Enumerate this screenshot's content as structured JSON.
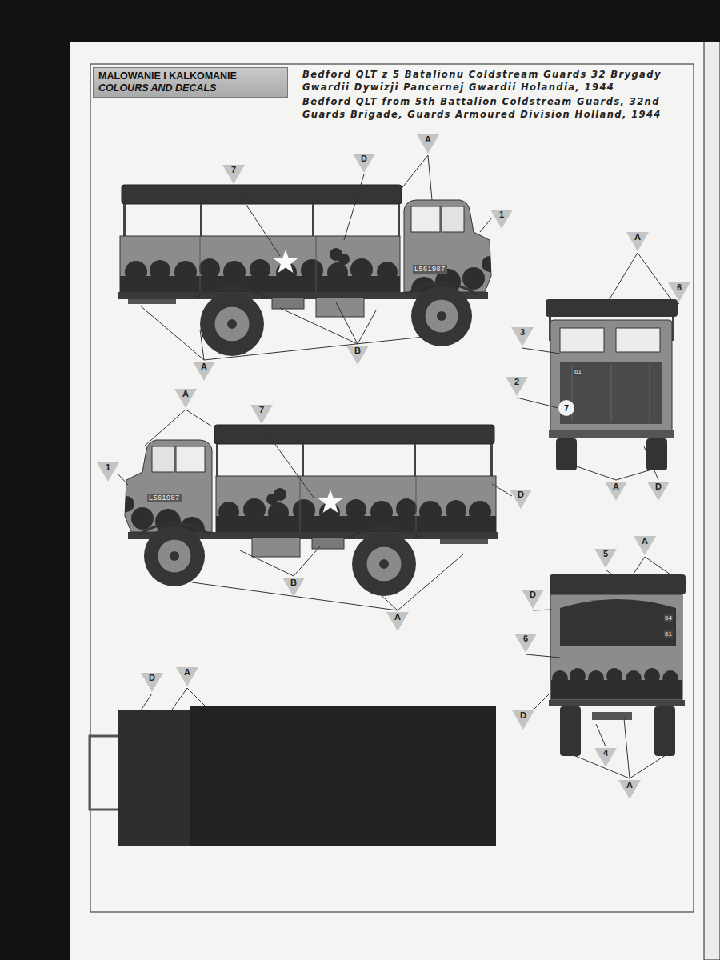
{
  "diagram": {
    "nodes": [
      {
        "text": [
          "MALOWANIE I KALKOMANIE",
          "COLOURS AND DECALS"
        ]
      }
    ],
    "labels": [
      "Bedford QLT z 5 Batalionu Coldstream Guards 32 Brygady Gwardii Dywizji Pancernej Gwardii Holandia, 1944",
      "Bedford QLT from 5th Battalion Coldstream Guards, 32nd Guards Brigade, Guards Armoured Division Holland, 1944",
      "7",
      "D",
      "A",
      "1",
      "B",
      "A",
      "L561987",
      "A",
      "7",
      "1",
      "D",
      "B",
      "A",
      "L561987",
      "A",
      "6",
      "3",
      "2",
      "A",
      "D",
      "61",
      "7",
      "5",
      "A",
      "D",
      "6",
      "D",
      "4",
      "A",
      "64",
      "61",
      "D",
      "A"
    ]
  }
}
